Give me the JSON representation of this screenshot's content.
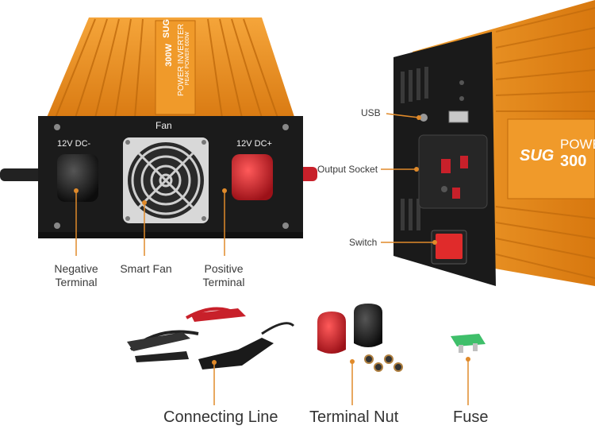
{
  "product": {
    "brand_logo": "SUG",
    "model": "300W",
    "front_title": "POWER INVERTER",
    "front_peak": "PEAK POWER 600W",
    "side_title": "POWER",
    "side_model": "300"
  },
  "panel": {
    "fan_label": "Fan",
    "dc_negative": "12V DC-",
    "dc_positive": "12V DC+"
  },
  "callouts": {
    "negative_terminal_line1": "Negative",
    "negative_terminal_line2": "Terminal",
    "smart_fan": "Smart Fan",
    "positive_terminal_line1": "Positive",
    "positive_terminal_line2": "Terminal",
    "usb": "USB",
    "output_socket": "Output Socket",
    "switch": "Switch"
  },
  "accessories": {
    "connecting_line": "Connecting Line",
    "terminal_nut": "Terminal Nut",
    "fuse": "Fuse"
  },
  "colors": {
    "body_orange": "#e8901f",
    "panel_black": "#1b1b1b",
    "terminal_red": "#c8202a",
    "callout_line": "#e08a2a",
    "fuse_green": "#3fbf6a"
  }
}
